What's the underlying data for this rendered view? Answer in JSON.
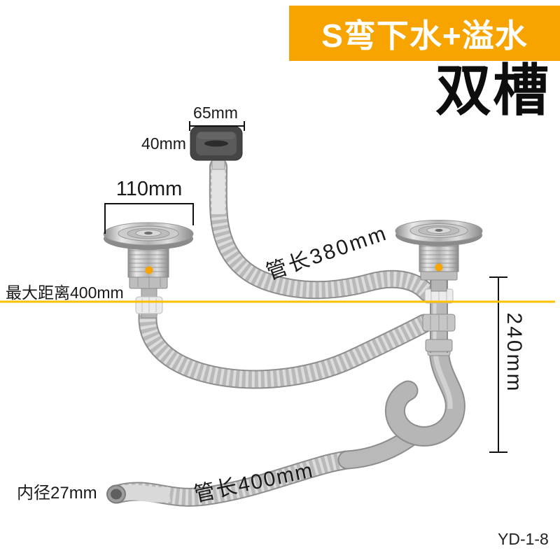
{
  "colors": {
    "banner_bg": "#f7a400",
    "accent_line": "#ffc000",
    "marker_dot": "#f7a400",
    "text": "#1a1a1a"
  },
  "banner": {
    "label": "S弯下水+溢水"
  },
  "subtitle": "双槽",
  "model_code": "YD-1-8",
  "measurements": {
    "overflow_width": "65mm",
    "overflow_height": "40mm",
    "flange_width": "110mm",
    "max_distance": "最大距离400mm",
    "upper_hose_length": "管长380mm",
    "drop_height": "240mm",
    "lower_hose_length": "管长400mm",
    "inner_diameter": "内径27mm"
  }
}
